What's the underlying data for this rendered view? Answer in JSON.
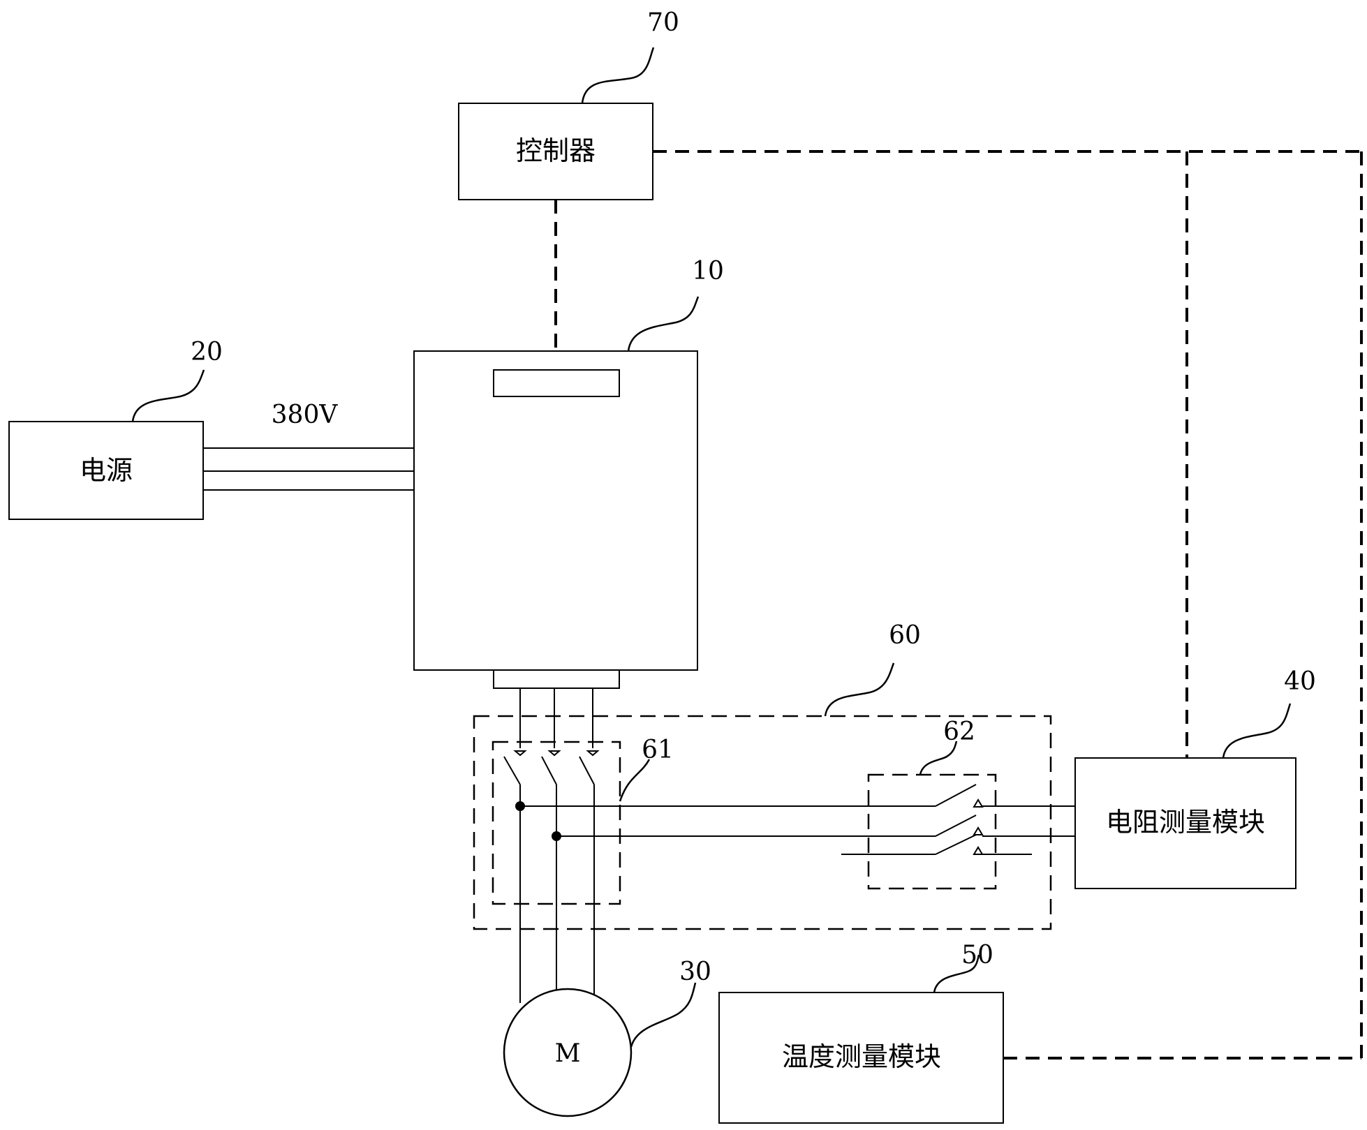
{
  "labels": {
    "controller": "控制器",
    "power_supply": "电源",
    "resistance_module": "电阻测量模块",
    "temperature_module": "温度测量模块",
    "motor": "M",
    "voltage": "380V"
  },
  "refs": {
    "controller": "70",
    "inverter": "10",
    "power_supply": "20",
    "switch_group": "60",
    "contactor_61": "61",
    "contactor_62": "62",
    "resistance_module": "40",
    "temperature_module": "50",
    "motor": "30"
  }
}
